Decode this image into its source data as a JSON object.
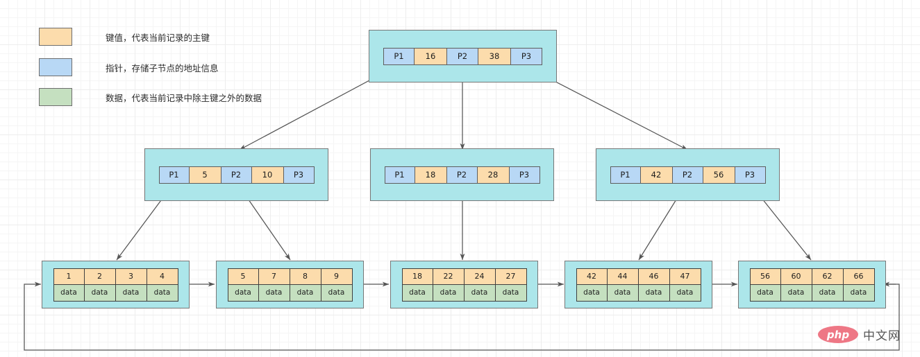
{
  "legend": {
    "items": [
      {
        "color": "#FCDCAC",
        "label": "键值，代表当前记录的主键",
        "swatch_name": "key-swatch"
      },
      {
        "color": "#B8D8F5",
        "label": "指针，存储子节点的地址信息",
        "swatch_name": "pointer-swatch"
      },
      {
        "color": "#C5E0C0",
        "label": "数据，代表当前记录中除主键之外的数据",
        "swatch_name": "data-swatch"
      }
    ]
  },
  "tree": {
    "root": {
      "cells": [
        {
          "type": "ptr",
          "text": "P1"
        },
        {
          "type": "key",
          "text": "16"
        },
        {
          "type": "ptr",
          "text": "P2"
        },
        {
          "type": "key",
          "text": "38"
        },
        {
          "type": "ptr",
          "text": "P3"
        }
      ]
    },
    "internal": [
      {
        "cells": [
          {
            "type": "ptr",
            "text": "P1"
          },
          {
            "type": "key",
            "text": "5"
          },
          {
            "type": "ptr",
            "text": "P2"
          },
          {
            "type": "key",
            "text": "10"
          },
          {
            "type": "ptr",
            "text": "P3"
          }
        ]
      },
      {
        "cells": [
          {
            "type": "ptr",
            "text": "P1"
          },
          {
            "type": "key",
            "text": "18"
          },
          {
            "type": "ptr",
            "text": "P2"
          },
          {
            "type": "key",
            "text": "28"
          },
          {
            "type": "ptr",
            "text": "P3"
          }
        ]
      },
      {
        "cells": [
          {
            "type": "ptr",
            "text": "P1"
          },
          {
            "type": "key",
            "text": "42"
          },
          {
            "type": "ptr",
            "text": "P2"
          },
          {
            "type": "key",
            "text": "56"
          },
          {
            "type": "ptr",
            "text": "P3"
          }
        ]
      }
    ],
    "leaves": [
      {
        "keys": [
          "1",
          "2",
          "3",
          "4"
        ],
        "data": [
          "data",
          "data",
          "data",
          "data"
        ]
      },
      {
        "keys": [
          "5",
          "7",
          "8",
          "9"
        ],
        "data": [
          "data",
          "data",
          "data",
          "data"
        ]
      },
      {
        "keys": [
          "18",
          "22",
          "24",
          "27"
        ],
        "data": [
          "data",
          "data",
          "data",
          "data"
        ]
      },
      {
        "keys": [
          "42",
          "44",
          "46",
          "47"
        ],
        "data": [
          "data",
          "data",
          "data",
          "data"
        ]
      },
      {
        "keys": [
          "56",
          "60",
          "62",
          "66"
        ],
        "data": [
          "data",
          "data",
          "data",
          "data"
        ]
      }
    ]
  },
  "watermark": {
    "badge": "php",
    "text": "中文网"
  },
  "colors": {
    "node_fill": "#ACE6EA",
    "key_fill": "#FCDCAC",
    "pointer_fill": "#B8D8F5",
    "data_fill": "#C5E0C0",
    "node_stroke": "#777777",
    "arrow_stroke": "#555555",
    "watermark_badge": "#EE7785"
  }
}
